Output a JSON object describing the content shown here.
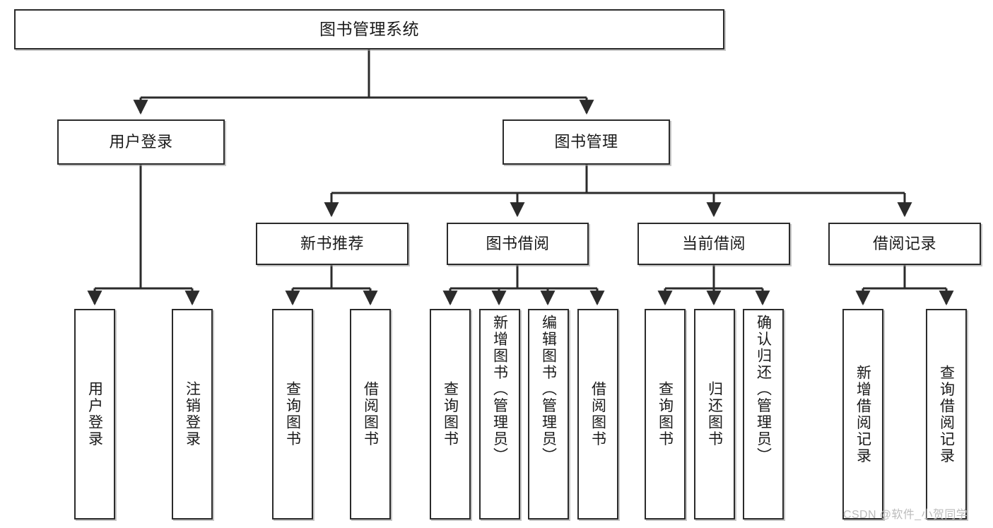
{
  "diagram": {
    "type": "tree-hierarchy-chart",
    "title": "图书管理系统",
    "edge_color": "#2b2b2b",
    "box_border_color": "#2b2b2b",
    "background": "#ffffff",
    "root": {
      "id": "root",
      "label": "图书管理系统",
      "orientation": "horizontal"
    },
    "level2": [
      {
        "id": "user-login",
        "label": "用户登录",
        "orientation": "horizontal"
      },
      {
        "id": "book-manage",
        "label": "图书管理",
        "orientation": "horizontal"
      }
    ],
    "level3": [
      {
        "id": "new-book-rec",
        "label": "新书推荐",
        "orientation": "horizontal",
        "parent": "book-manage"
      },
      {
        "id": "book-borrow",
        "label": "图书借阅",
        "orientation": "horizontal",
        "parent": "book-manage"
      },
      {
        "id": "current-borrow",
        "label": "当前借阅",
        "orientation": "horizontal",
        "parent": "book-manage"
      },
      {
        "id": "borrow-record",
        "label": "借阅记录",
        "orientation": "horizontal",
        "parent": "book-manage"
      }
    ],
    "leaves": {
      "user_login": [
        {
          "id": "leaf-user-login",
          "label": "用户登录"
        },
        {
          "id": "leaf-user-logout",
          "label": "注销登录"
        }
      ],
      "new_book_rec": [
        {
          "id": "leaf-query-book-1",
          "label": "查询图书"
        },
        {
          "id": "leaf-borrow-book-1",
          "label": "借阅图书"
        }
      ],
      "book_borrow": [
        {
          "id": "leaf-query-book-2",
          "label": "查询图书"
        },
        {
          "id": "leaf-add-book",
          "label": "新增图书（管理员）"
        },
        {
          "id": "leaf-edit-book",
          "label": "编辑图书（管理员）"
        },
        {
          "id": "leaf-borrow-book-2",
          "label": "借阅图书"
        }
      ],
      "current_borrow": [
        {
          "id": "leaf-query-book-3",
          "label": "查询图书"
        },
        {
          "id": "leaf-return-book",
          "label": "归还图书"
        },
        {
          "id": "leaf-confirm-return",
          "label": "确认归还（管理员）"
        }
      ],
      "borrow_record": [
        {
          "id": "leaf-add-record",
          "label": "新增借阅记录"
        },
        {
          "id": "leaf-query-record",
          "label": "查询借阅记录"
        }
      ]
    }
  },
  "watermark": {
    "text": "CSDN @软件_小贺同学"
  }
}
